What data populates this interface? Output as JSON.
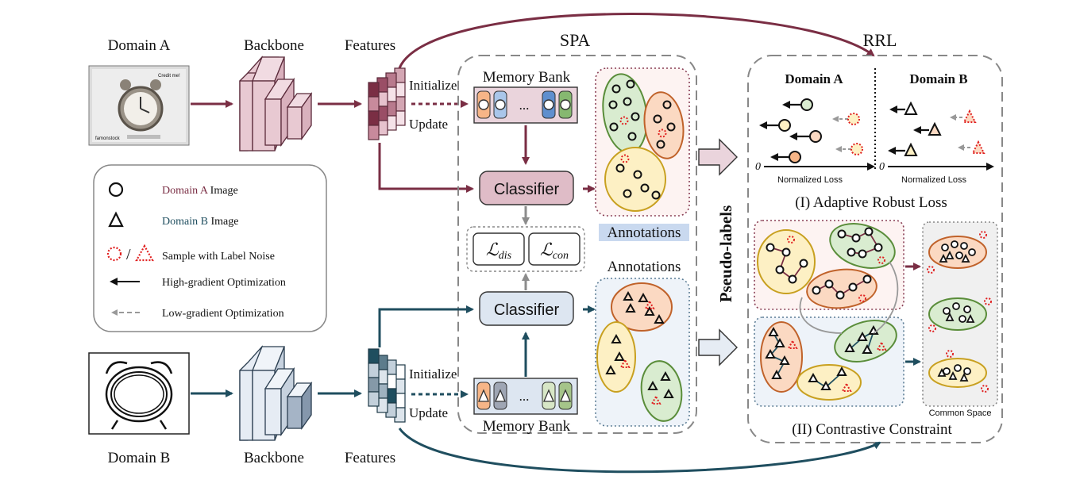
{
  "inputs": {
    "domain_a_label": "Domain A",
    "domain_b_label": "Domain B",
    "backbone_label": "Backbone",
    "features_label": "Features",
    "photo_watermark": "Credit me!",
    "photo_caption": "famonstock"
  },
  "memory": {
    "initialize_label": "Initialize",
    "update_label": "Update",
    "bank_label": "Memory Bank",
    "ellipsis": "..."
  },
  "spa": {
    "title": "SPA",
    "classifier_label": "Classifier",
    "loss_dis": "ℒ",
    "loss_dis_sub": "dis",
    "loss_con": "ℒ",
    "loss_con_sub": "con",
    "annotations_label": "Annotations"
  },
  "legend": {
    "domain_a_colored": "Domain A",
    "domain_b_colored": "Domain B",
    "image_suffix": "Image",
    "noise_slash": "/",
    "noise_label": "Sample with Label Noise",
    "high_grad_label": "High-gradient Optimization",
    "low_grad_label": "Low-gradient  Optimization"
  },
  "pseudo_labels": "Pseudo-labels",
  "rrl": {
    "title": "RRL",
    "domain_a": "Domain A",
    "domain_b": "Domain B",
    "axis_origin": "0",
    "axis_label": "Normalized Loss",
    "adaptive_title": "(I) Adaptive Robust Loss",
    "contrastive_title": "(II) Contrastive Constraint",
    "common_space": "Common Space"
  },
  "colors": {
    "domain_a": "#7a2e44",
    "domain_b": "#1f4e5f",
    "noise": "#e02020",
    "orange_cluster": "#fbd9c2",
    "green_cluster": "#d9ecd0",
    "yellow_cluster": "#fdf0c4"
  }
}
